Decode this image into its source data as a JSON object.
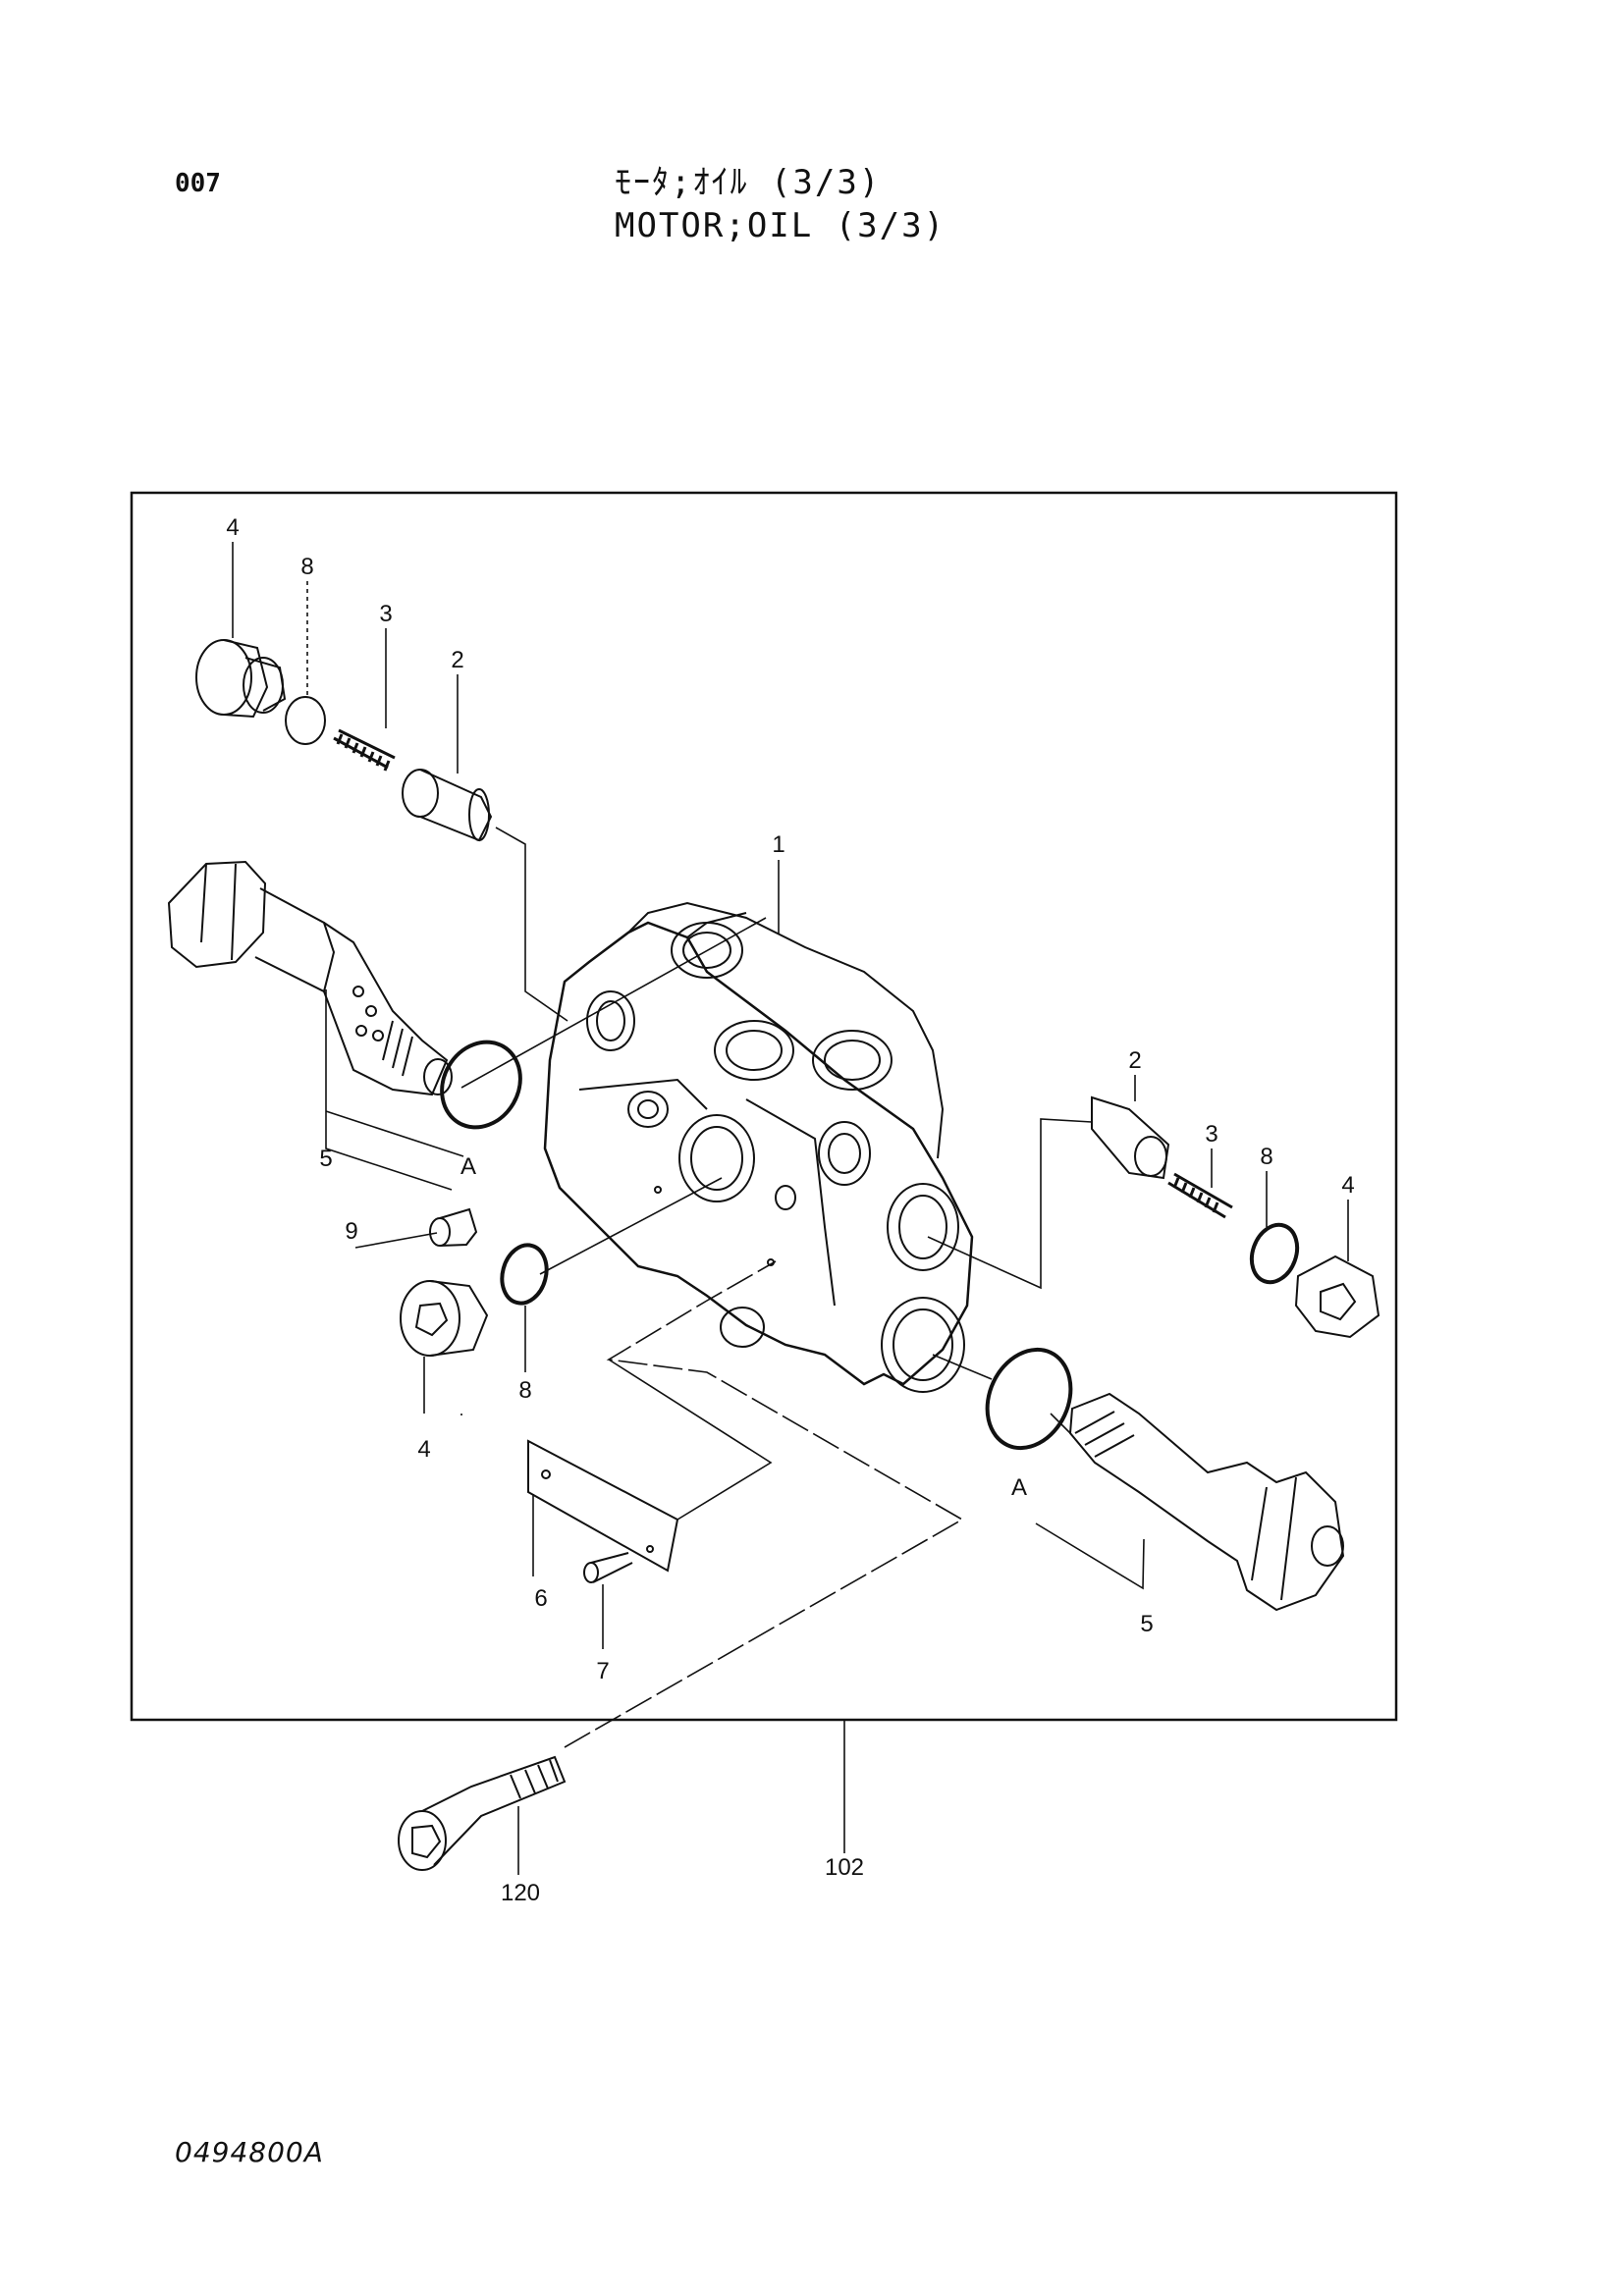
{
  "page": {
    "number": "007",
    "title_jp": "ﾓｰﾀ;ｵｲﾙ (3/3)",
    "title_en": "MOTOR;OIL (3/3)",
    "doc_code": "0494800A"
  },
  "callouts": {
    "c1": "1",
    "c2a": "2",
    "c2b": "2",
    "c3a": "3",
    "c3b": "3",
    "c4a": "4",
    "c4b": "4",
    "c4c": "4",
    "c5a": "5",
    "c5b": "5",
    "c6": "6",
    "c7": "7",
    "c8a": "8",
    "c8b": "8",
    "c8c": "8",
    "c9": "9",
    "c102": "102",
    "c120": "120",
    "markA1": "A",
    "markA2": "A"
  },
  "colors": {
    "ink": "#111111",
    "background": "#ffffff"
  }
}
